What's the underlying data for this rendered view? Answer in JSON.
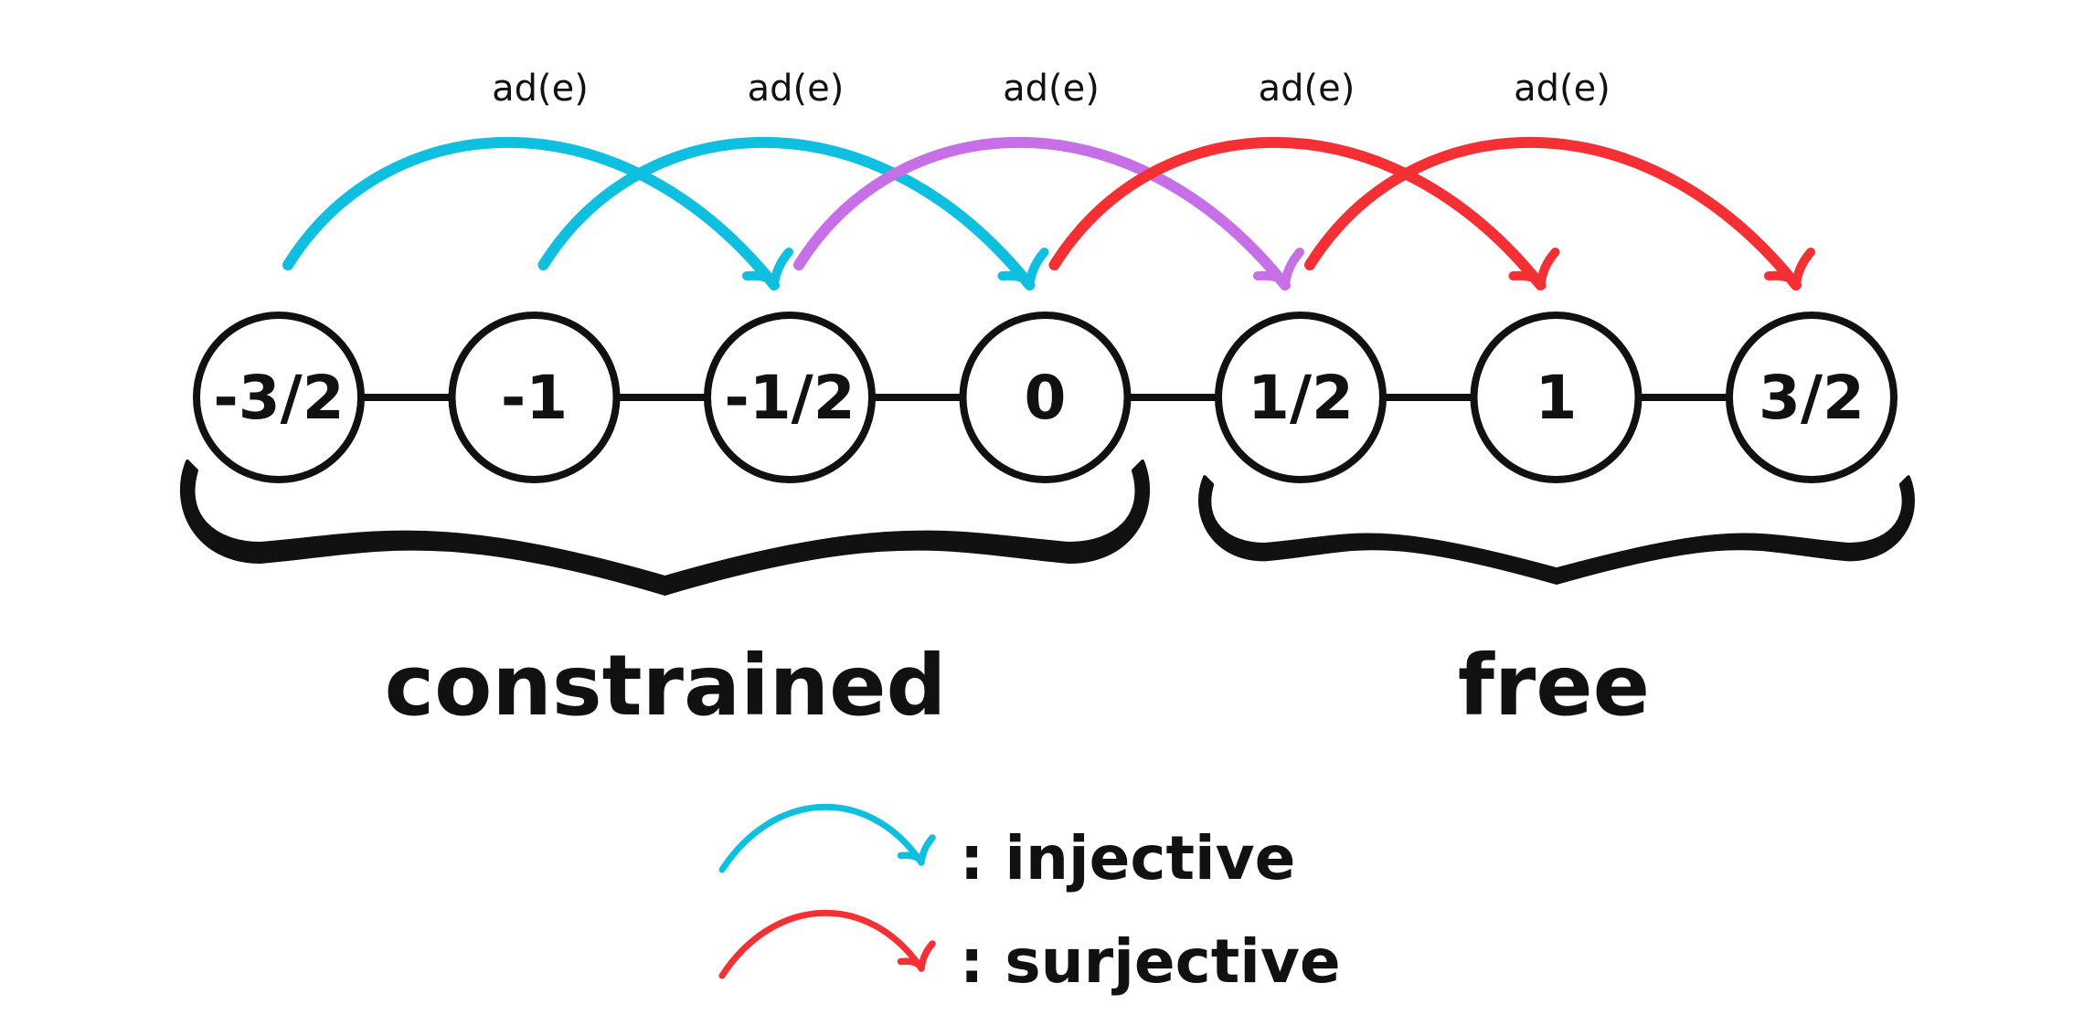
{
  "colors": {
    "injective": "#0fbfe0",
    "bijective": "#c66fe6",
    "surjective": "#f53035",
    "ink": "#111111"
  },
  "nodes": [
    {
      "id": "n0",
      "label": "-3/2"
    },
    {
      "id": "n1",
      "label": "-1"
    },
    {
      "id": "n2",
      "label": "-1/2"
    },
    {
      "id": "n3",
      "label": "0"
    },
    {
      "id": "n4",
      "label": "1/2"
    },
    {
      "id": "n5",
      "label": "1"
    },
    {
      "id": "n6",
      "label": "3/2"
    }
  ],
  "arrows": [
    {
      "from": 0,
      "to": 2,
      "kind": "injective",
      "label": "ad(e)"
    },
    {
      "from": 1,
      "to": 3,
      "kind": "injective",
      "label": "ad(e)"
    },
    {
      "from": 2,
      "to": 4,
      "kind": "bijective",
      "label": "ad(e)"
    },
    {
      "from": 3,
      "to": 5,
      "kind": "surjective",
      "label": "ad(e)"
    },
    {
      "from": 4,
      "to": 6,
      "kind": "surjective",
      "label": "ad(e)"
    }
  ],
  "groups": [
    {
      "label": "constrained",
      "from": 0,
      "to": 3
    },
    {
      "label": "free",
      "from": 4,
      "to": 6
    }
  ],
  "legend": [
    {
      "kind": "injective",
      "label": ": injective"
    },
    {
      "kind": "surjective",
      "label": ": surjective"
    }
  ]
}
